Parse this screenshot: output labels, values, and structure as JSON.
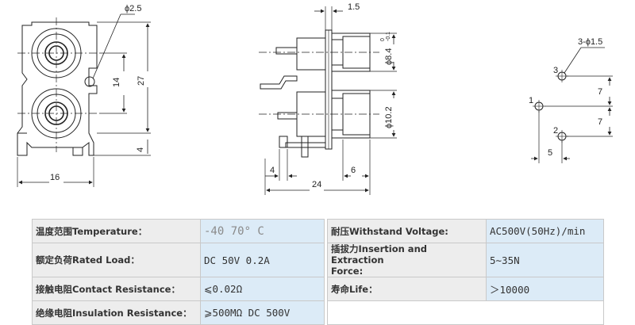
{
  "dimensions": {
    "phi_2_5": "ϕ2.5",
    "d14": "14",
    "d27": "27",
    "d4_left": "4",
    "d16": "16",
    "d1_5": "1.5",
    "phi_8_4": "ϕ8.4",
    "tol_upper": "0",
    "tol_lower": "-0.1",
    "phi_10_2": "ϕ10.2",
    "d4_side": "4",
    "d6": "6",
    "d24": "24",
    "holes": "3-ϕ1.5",
    "pin1": "1",
    "pin2": "2",
    "pin3": "3",
    "d7_top": "7",
    "d7_bottom": "7",
    "d5": "5"
  },
  "specs": {
    "temperature_label": "温度范围Temperature：",
    "temperature_value": "-40    70° C",
    "withstand_label": "耐压Withstand Voltage:",
    "withstand_value": "AC500V(50Hz)/min",
    "rated_load_label": "额定负荷Rated Load：",
    "rated_load_value": "DC 50V 0.2A",
    "insertion_label_1": "插拔力Insertion and Extraction",
    "insertion_label_2": "Force:",
    "insertion_value": "5∼35N",
    "contact_label": "接触电阻Contact Resistance：",
    "contact_value": "⩽0.02Ω",
    "life_label": "寿命Life：",
    "life_value": "＞10000",
    "insulation_label": "绝缘电阻Insulation Resistance：",
    "insulation_value": "⩾500MΩ DC 500V"
  }
}
